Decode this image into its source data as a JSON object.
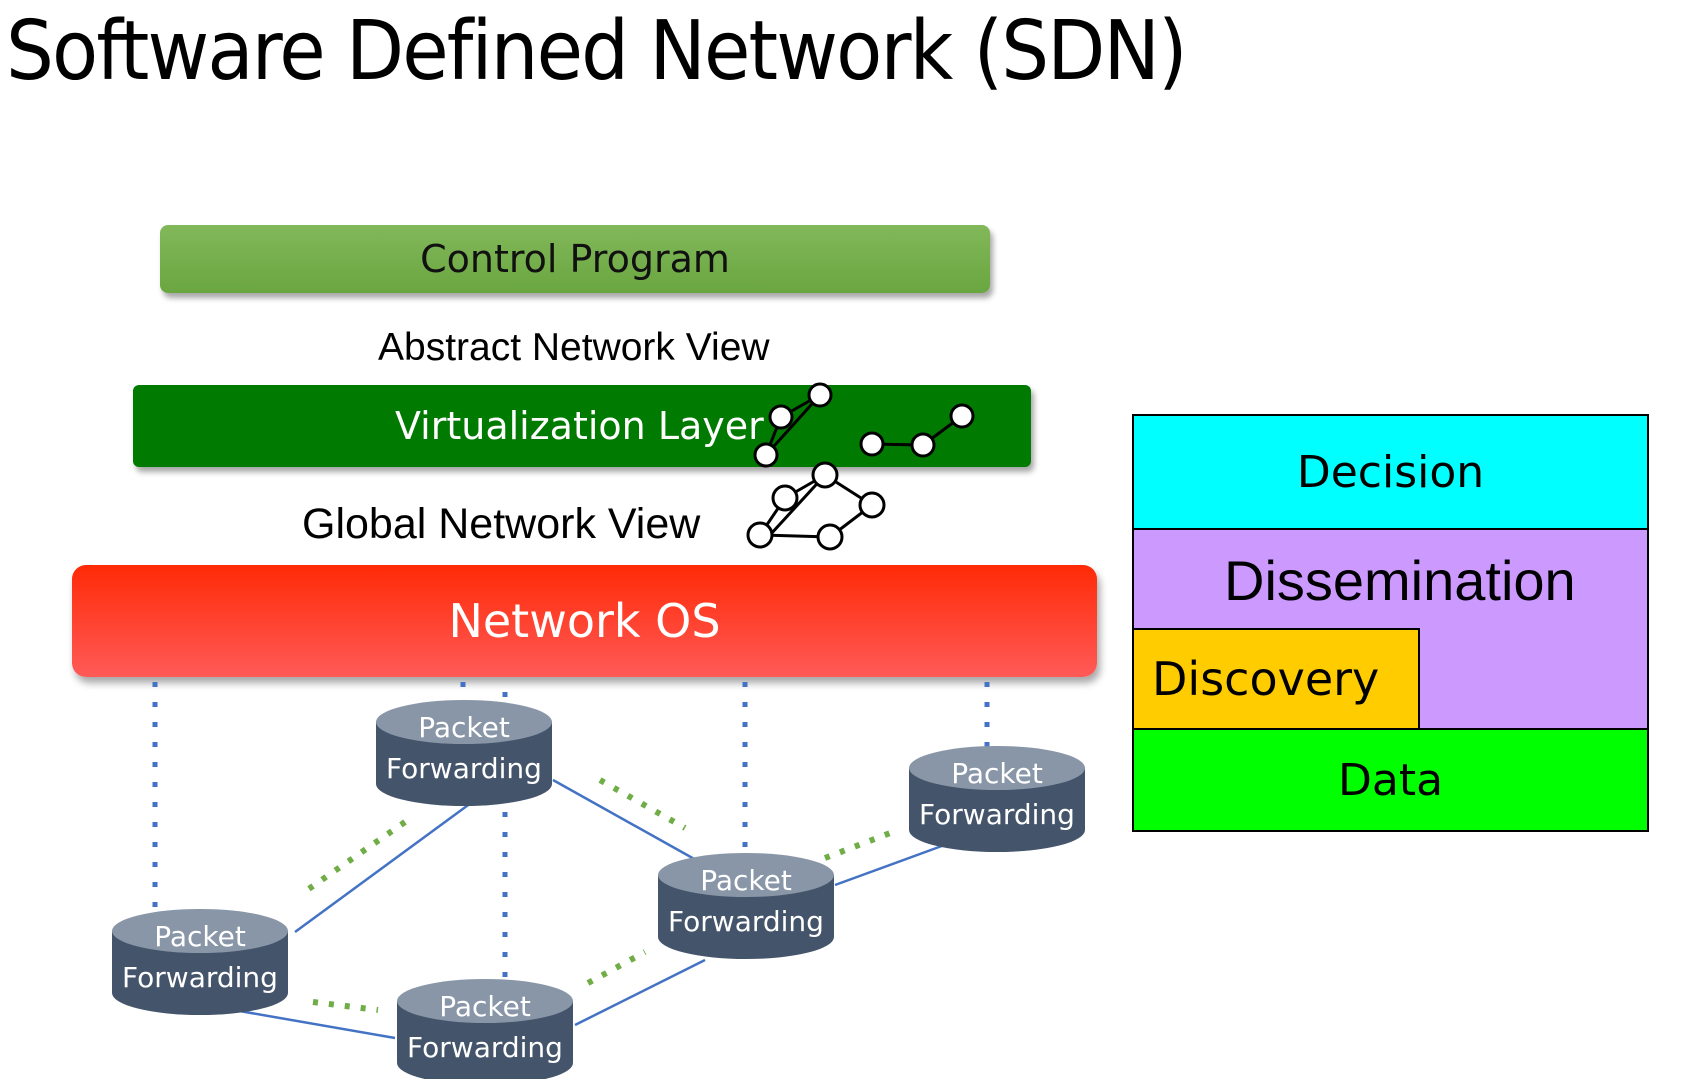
{
  "slide": {
    "title": "Software Defined Network (SDN)"
  },
  "architecture": {
    "control_program": "Control Program",
    "abstract_view_label": "Abstract Network View",
    "virtualization_layer": "Virtualization Layer",
    "global_view_label": "Global Network View",
    "network_os": "Network OS",
    "switches": [
      {
        "line1": "Packet",
        "line2": "Forwarding"
      },
      {
        "line1": "Packet",
        "line2": "Forwarding"
      },
      {
        "line1": "Packet",
        "line2": "Forwarding"
      },
      {
        "line1": "Packet",
        "line2": "Forwarding"
      },
      {
        "line1": "Packet",
        "line2": "Forwarding"
      }
    ],
    "colors": {
      "control_program": "#6aa640",
      "virtualization_layer": "#007a00",
      "network_os": "#ff3a20",
      "switch_body": "#44546a",
      "switch_top": "#8896a8",
      "link": "#4472c4",
      "control_link": "#4472c4",
      "virtual_link": "#70ad47"
    }
  },
  "layer_stack": {
    "decision": "Decision",
    "dissemination": "Dissemination",
    "discovery": "Discovery",
    "data": "Data",
    "colors": {
      "decision": "#00ffff",
      "dissemination": "#cc99ff",
      "discovery": "#ffcc00",
      "data": "#00ff00"
    }
  }
}
